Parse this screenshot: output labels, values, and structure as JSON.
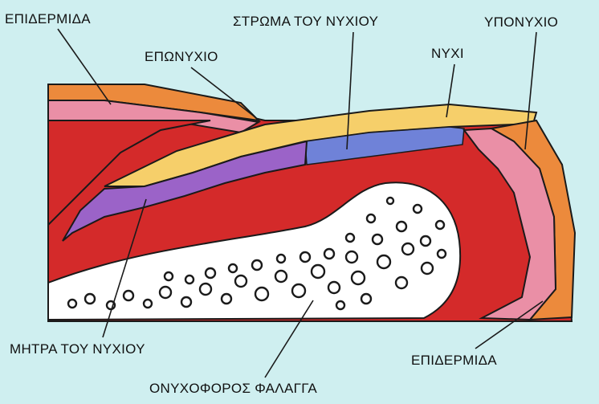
{
  "labels": {
    "epidermis_top": "ΕΠΙΔΕΡΜΙΔΑ",
    "eponychium": "ΕΠΩΝΥΧΙΟ",
    "nail_bed": "ΣΤΡΩΜΑ ΤΟΥ ΝΥΧΙΟΥ",
    "nail": "ΝΥΧΙ",
    "hyponychium": "ΥΠΟΝΥΧΙΟ",
    "matrix": "ΜΗΤΡΑ ΤΟΥ ΝΥΧΙΟΥ",
    "epidermis_bottom": "ΕΠΙΔΕΡΜΙΔΑ",
    "phalanx": "ΟΝΥΧΟΦΟΡΟΣ ΦΑΛΑΓΓΑ"
  },
  "colors": {
    "background": "#cfeff0",
    "dermis": "#d42a2a",
    "epidermis_pink": "#ea8fa6",
    "outer_orange": "#ec8a3c",
    "nail_plate": "#f6cf6a",
    "nail_bed": "#6f82d8",
    "matrix": "#9b63c8",
    "bone": "#ffffff",
    "outline": "#1a1a1a"
  }
}
